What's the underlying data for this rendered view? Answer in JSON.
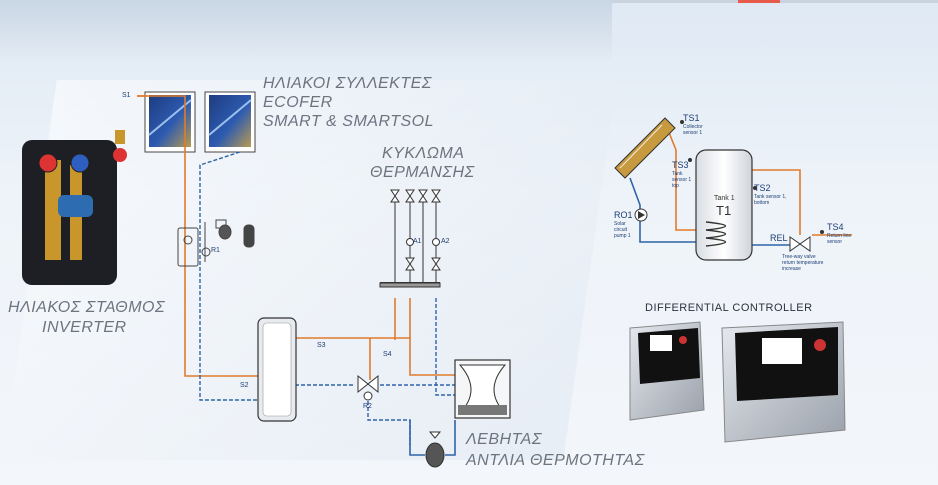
{
  "labels": {
    "collectors_l1": "ΗΛΙΑΚΟΙ ΣΥΛΛΕΚΤΕΣ",
    "collectors_l2": "ECOFER",
    "collectors_l3": "SMART & SMARTSOL",
    "heating_l1": "ΚΥΚΛΩΜΑ",
    "heating_l2": "ΘΕΡΜΑΝΣΗΣ",
    "station_l1": "ΗΛΙΑΚΟΣ ΣΤΑΘΜΟΣ",
    "station_l2": "INVERTER",
    "boiler_l1": "ΛΕΒΗΤΑΣ",
    "boiler_l2": "ΑΝΤΛΙΑ ΘΕΡΜΟΤΗΤΑΣ"
  },
  "left_tags": {
    "s1": "S1",
    "s2": "S2",
    "s3": "S3",
    "s4": "S4",
    "r1": "R1",
    "r2": "R2",
    "a1": "A1",
    "a2": "A2"
  },
  "right_diagram": {
    "ts1": "TS1",
    "ts1_desc_1": "Collector",
    "ts1_desc_2": "sensor 1",
    "ts3": "TS3",
    "ts3_desc_1": "Tank",
    "ts3_desc_2": "sensor 1",
    "ts3_desc_3": "top",
    "ts2": "TS2",
    "ts2_desc_1": "Tank sensor 1,",
    "ts2_desc_2": "bottom",
    "ts4": "TS4",
    "ts4_desc_1": "Return line",
    "ts4_desc_2": "sensor",
    "ro1": "RO1",
    "ro1_desc_1": "Solar",
    "ro1_desc_2": "circuit",
    "ro1_desc_3": "pump 1",
    "rel": "REL",
    "rel_desc_1": "Tree-way valve",
    "rel_desc_2": "return temperature",
    "rel_desc_3": "increase",
    "tank_name": "Tank 1",
    "tank_id": "T1"
  },
  "controllers": {
    "title": "DIFFERENTIAL CONTROLLER"
  },
  "colors": {
    "hot_pipe": "#e07b2c",
    "cold_pipe": "#2f64a8",
    "label_gray": "#6c7480"
  }
}
